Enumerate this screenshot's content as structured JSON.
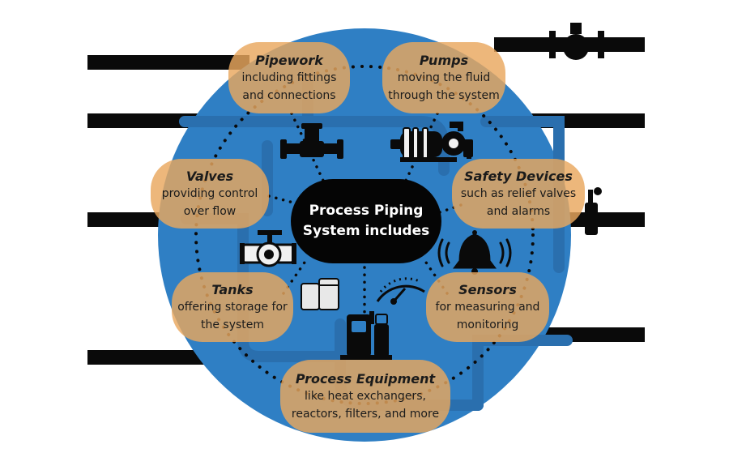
{
  "center": {
    "line1": "Process Piping",
    "line2": "System includes"
  },
  "items": [
    {
      "title": "Pipework",
      "line1": "including fittings",
      "line2": "and connections",
      "icon": "pipe-tee-icon"
    },
    {
      "title": "Pumps",
      "line1": "moving the fluid",
      "line2": "through the system",
      "icon": "pump-icon"
    },
    {
      "title": "Valves",
      "line1": "providing control",
      "line2": "over flow",
      "icon": "valve-icon"
    },
    {
      "title": "Safety Devices",
      "line1": "such as relief valves",
      "line2": "and alarms",
      "icon": "alarm-bell-icon"
    },
    {
      "title": "Tanks",
      "line1": "offering storage for",
      "line2": "the system",
      "icon": "tanks-icon"
    },
    {
      "title": "Sensors",
      "line1": "for measuring and",
      "line2": "monitoring",
      "icon": "pressure-gauge-icon"
    },
    {
      "title": "Process Equipment",
      "line1": "like heat exchangers,",
      "line2": "reactors, filters, and more",
      "icon": "process-equipment-icon"
    }
  ],
  "colors": {
    "circle": "#2f7fc4",
    "pill": "#e9a75e",
    "center": "#050505",
    "pipes": "#0a0a0a"
  }
}
